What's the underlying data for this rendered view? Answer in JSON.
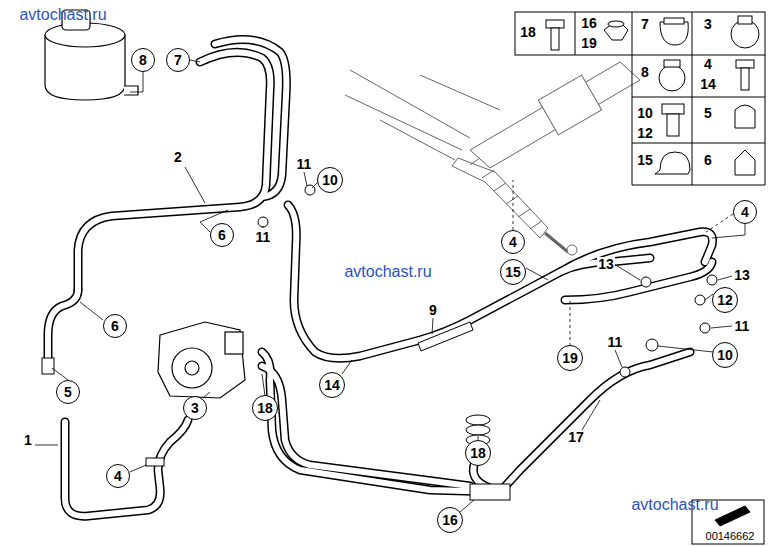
{
  "diagram": {
    "nodes": [
      {
        "text": [
          "8"
        ]
      },
      {
        "text": [
          "7"
        ]
      },
      {
        "text": [
          "10"
        ]
      },
      {
        "text": [
          "6"
        ]
      },
      {
        "text": [
          "4"
        ]
      },
      {
        "text": [
          "15"
        ]
      },
      {
        "text": [
          "4"
        ]
      },
      {
        "text": [
          "12"
        ]
      },
      {
        "text": [
          "6"
        ]
      },
      {
        "text": [
          "10"
        ]
      },
      {
        "text": [
          "19"
        ]
      },
      {
        "text": [
          "14"
        ]
      },
      {
        "text": [
          "5"
        ]
      },
      {
        "text": [
          "3"
        ]
      },
      {
        "text": [
          "18"
        ]
      },
      {
        "text": [
          "18"
        ]
      },
      {
        "text": [
          "4"
        ]
      },
      {
        "text": [
          "16"
        ]
      }
    ],
    "labels": [
      "avtochast.ru",
      "2",
      "11",
      "11",
      "avtochast.ru",
      "13",
      "13",
      "9",
      "11",
      "11",
      "17",
      "1",
      "avtochast.ru",
      "00146662",
      "18",
      "16",
      "19",
      "7",
      "3",
      "8",
      "4",
      "14",
      "10",
      "12",
      "5",
      "15",
      "6"
    ]
  }
}
